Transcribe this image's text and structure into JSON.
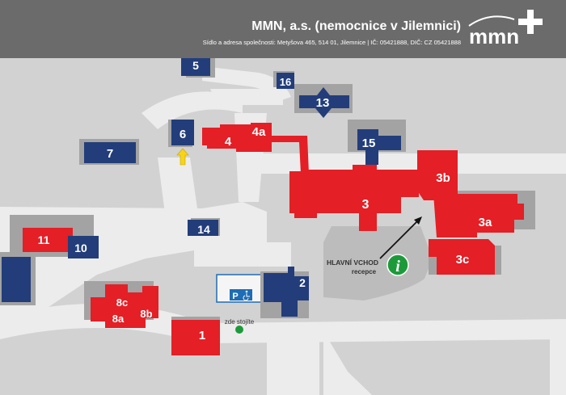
{
  "header": {
    "title": "MMN, a.s. (nemocnice v Jilemnici)",
    "subtitle": "Sídlo a adresa společnosti: Metyšova 465, 514 01, Jilemnice | IČ: 05421888, DIČ: CZ 05421888",
    "logo_text": "mmn"
  },
  "buildings": {
    "b1": "1",
    "b2": "2",
    "b3": "3",
    "b3a": "3a",
    "b3b": "3b",
    "b3c": "3c",
    "b4": "4",
    "b4a": "4a",
    "b5": "5",
    "b6": "6",
    "b7": "7",
    "b8a": "8a",
    "b8b": "8b",
    "b8c": "8c",
    "b10": "10",
    "b11": "11",
    "b13": "13",
    "b14": "14",
    "b15": "15",
    "b16": "16"
  },
  "labels": {
    "entrance_line1": "HLAVNÍ VCHOD",
    "entrance_line2": "recepce",
    "you_are_here": "zde stojíte",
    "info_glyph": "i",
    "parking_glyph": "P"
  },
  "colors": {
    "background": "#d2d2d2",
    "header": "#6b6b6b",
    "road": "#ececec",
    "building_red": "#e41f26",
    "building_blue": "#223d7a",
    "shadow": "#a3a3a3",
    "info_green": "#1c9a3a",
    "arrow_yellow": "#f7d417"
  }
}
